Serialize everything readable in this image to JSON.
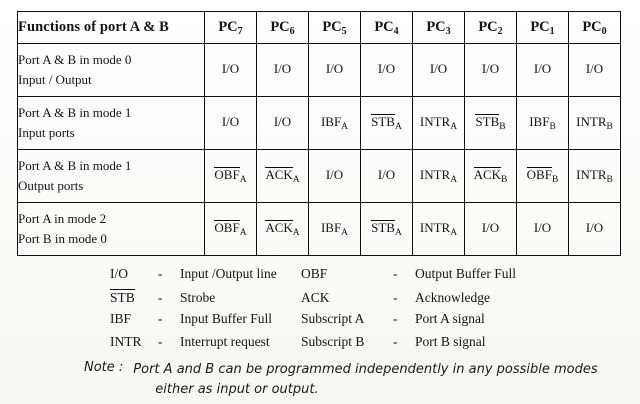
{
  "table": {
    "headers": {
      "functions": "Functions of port A & B",
      "pins": [
        {
          "base": "PC",
          "sub": "7"
        },
        {
          "base": "PC",
          "sub": "6"
        },
        {
          "base": "PC",
          "sub": "5"
        },
        {
          "base": "PC",
          "sub": "4"
        },
        {
          "base": "PC",
          "sub": "3"
        },
        {
          "base": "PC",
          "sub": "2"
        },
        {
          "base": "PC",
          "sub": "1"
        },
        {
          "base": "PC",
          "sub": "0"
        }
      ]
    },
    "rows": [
      {
        "function_line1": "Port A & B in mode 0",
        "function_line2": "Input / Output",
        "cells": [
          {
            "base": "I/O",
            "sub": "",
            "overline": false
          },
          {
            "base": "I/O",
            "sub": "",
            "overline": false
          },
          {
            "base": "I/O",
            "sub": "",
            "overline": false
          },
          {
            "base": "I/O",
            "sub": "",
            "overline": false
          },
          {
            "base": "I/O",
            "sub": "",
            "overline": false
          },
          {
            "base": "I/O",
            "sub": "",
            "overline": false
          },
          {
            "base": "I/O",
            "sub": "",
            "overline": false
          },
          {
            "base": "I/O",
            "sub": "",
            "overline": false
          }
        ]
      },
      {
        "function_line1": "Port A & B in mode 1",
        "function_line2": "Input ports",
        "cells": [
          {
            "base": "I/O",
            "sub": "",
            "overline": false
          },
          {
            "base": "I/O",
            "sub": "",
            "overline": false
          },
          {
            "base": "IBF",
            "sub": "A",
            "overline": false
          },
          {
            "base": "STB",
            "sub": "A",
            "overline": true
          },
          {
            "base": "INTR",
            "sub": "A",
            "overline": false
          },
          {
            "base": "STB",
            "sub": "B",
            "overline": true
          },
          {
            "base": "IBF",
            "sub": "B",
            "overline": false
          },
          {
            "base": "INTR",
            "sub": "B",
            "overline": false
          }
        ]
      },
      {
        "function_line1": "Port A & B in mode 1",
        "function_line2": "Output ports",
        "cells": [
          {
            "base": "OBF",
            "sub": "A",
            "overline": true
          },
          {
            "base": "ACK",
            "sub": "A",
            "overline": true
          },
          {
            "base": "I/O",
            "sub": "",
            "overline": false
          },
          {
            "base": "I/O",
            "sub": "",
            "overline": false
          },
          {
            "base": "INTR",
            "sub": "A",
            "overline": false
          },
          {
            "base": "ACK",
            "sub": "B",
            "overline": true
          },
          {
            "base": "OBF",
            "sub": "B",
            "overline": true
          },
          {
            "base": "INTR",
            "sub": "B",
            "overline": false
          }
        ]
      },
      {
        "function_line1": "Port A in mode 2",
        "function_line2": "Port B in mode 0",
        "cells": [
          {
            "base": "OBF",
            "sub": "A",
            "overline": true
          },
          {
            "base": "ACK",
            "sub": "A",
            "overline": true
          },
          {
            "base": "IBF",
            "sub": "A",
            "overline": false
          },
          {
            "base": "STB",
            "sub": "A",
            "overline": true
          },
          {
            "base": "INTR",
            "sub": "A",
            "overline": false
          },
          {
            "base": "I/O",
            "sub": "",
            "overline": false
          },
          {
            "base": "I/O",
            "sub": "",
            "overline": false
          },
          {
            "base": "I/O",
            "sub": "",
            "overline": false
          }
        ]
      }
    ]
  },
  "legend": {
    "separator": "-",
    "rows": [
      {
        "abbr": "I/O",
        "abbr_overline": false,
        "desc": "Input /Output line",
        "abbr2": "OBF",
        "abbr2_overline": false,
        "desc2": "Output Buffer Full"
      },
      {
        "abbr": "STB",
        "abbr_overline": true,
        "desc": "Strobe",
        "abbr2": "ACK",
        "abbr2_overline": false,
        "desc2": "Acknowledge"
      },
      {
        "abbr": "IBF",
        "abbr_overline": false,
        "desc": "Input Buffer Full",
        "abbr2": "Subscript A",
        "abbr2_overline": false,
        "desc2": "Port A signal"
      },
      {
        "abbr": "INTR",
        "abbr_overline": false,
        "desc": "Interrupt request",
        "abbr2": "Subscript B",
        "abbr2_overline": false,
        "desc2": "Port B signal"
      }
    ]
  },
  "note": {
    "label": "Note :",
    "line1": "Port A and B can be programmed independently in any possible modes",
    "line2": "either as input or output."
  }
}
